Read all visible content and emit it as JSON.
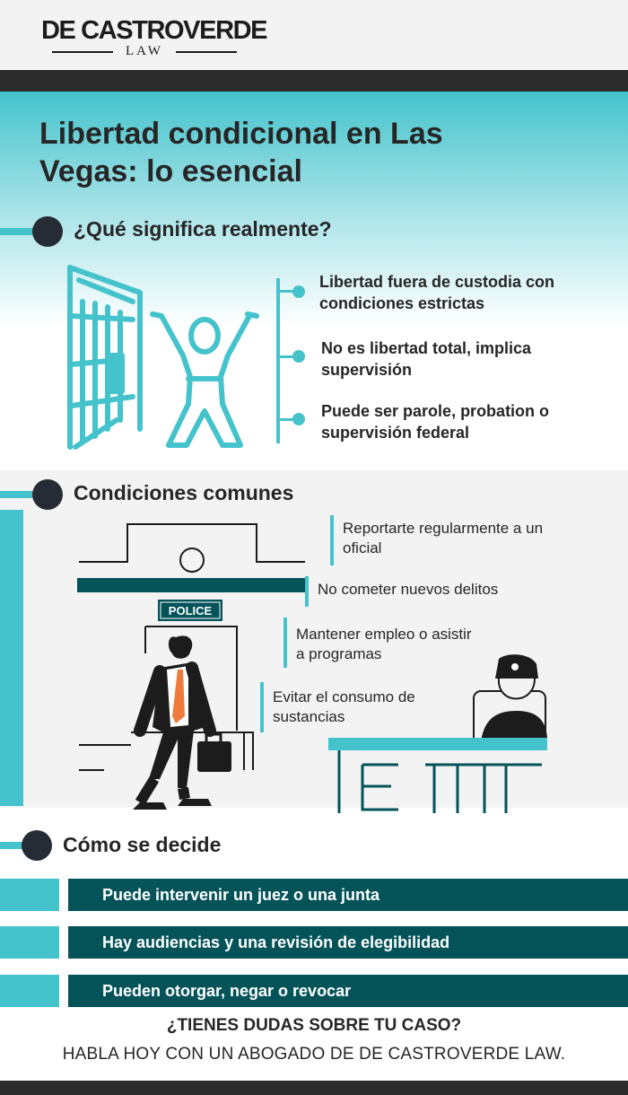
{
  "brand": {
    "name": "DE CASTROVERDE",
    "sub": "LAW"
  },
  "title": "Libertad condicional en Las Vegas: lo esencial",
  "section1": {
    "heading": "¿Qué significa realmente?",
    "bullets": [
      "Libertad fuera de custodia con condiciones estrictas",
      "No es libertad total, implica supervisión",
      "Puede ser parole, probation o supervisión federal"
    ]
  },
  "section2": {
    "heading": "Condiciones comunes",
    "police_sign": "POLICE",
    "conditions": [
      "Reportarte regularmente a un oficial",
      "No cometer nuevos delitos",
      "Mantener empleo o asistir a programas",
      "Evitar el consumo de sustancias"
    ]
  },
  "section3": {
    "heading": "Cómo se decide",
    "rows": [
      "Puede intervenir un juez o una junta",
      "Hay audiencias y una revisión de elegibilidad",
      "Pueden otorgar, negar o revocar"
    ]
  },
  "cta": {
    "line1": "¿TIENES DUDAS SOBRE TU CASO?",
    "line2": "HABLA HOY CON UN ABOGADO DE DE CASTROVERDE LAW."
  },
  "colors": {
    "teal": "#45c3cc",
    "dark_teal": "#045359",
    "dark": "#262c36"
  },
  "icons": [
    "jail-door-icon",
    "freed-person-icon",
    "police-building-icon",
    "businessman-icon",
    "officer-desk-icon"
  ]
}
